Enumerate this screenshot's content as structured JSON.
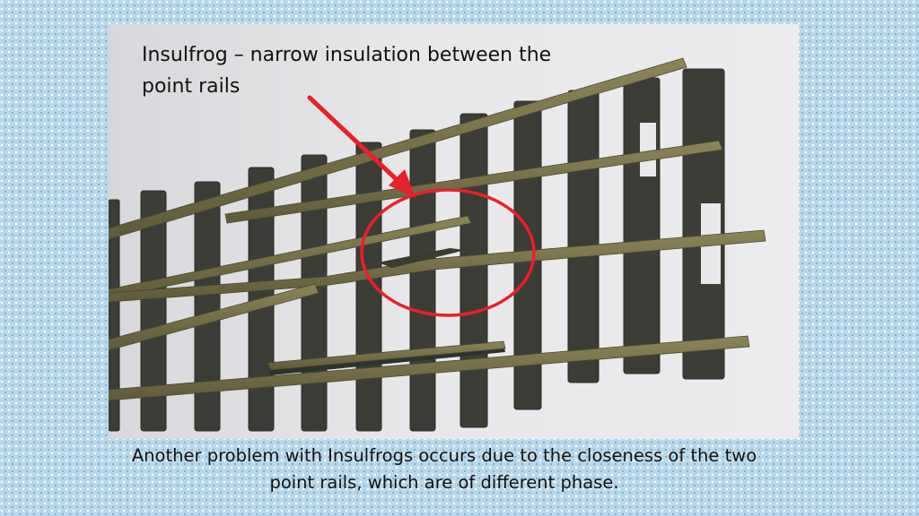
{
  "slide": {
    "callout": "Insulfrog – narrow insulation between the point rails",
    "caption": "Another problem with Insulfrogs occurs due to the closeness of the two point rails, which are of different phase.",
    "photo": {
      "subject": "model railway turnout with insulfrog",
      "arrow_icon": "arrow-icon",
      "highlight_icon": "circle-icon"
    },
    "colors": {
      "annotation": "#e8202a",
      "rail": "#6e6a45",
      "sleeper": "#3b3d36",
      "background": "#b9d8ea"
    }
  }
}
